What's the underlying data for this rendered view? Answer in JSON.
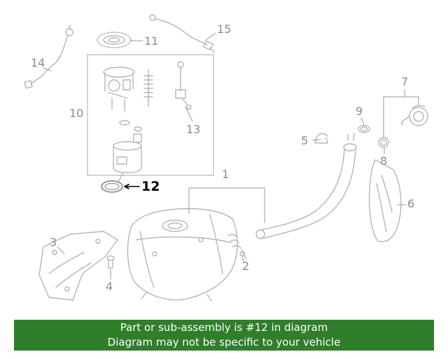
{
  "banner": {
    "line1": "Part or sub-assembly is #12 in diagram",
    "line2": "Diagram may not be specific to your vehicle",
    "bg_color": "#2f7e2a",
    "text_color": "#ffffff"
  },
  "diagram": {
    "callouts": [
      {
        "label": "1"
      },
      {
        "label": "2"
      },
      {
        "label": "3"
      },
      {
        "label": "4"
      },
      {
        "label": "5"
      },
      {
        "label": "6"
      },
      {
        "label": "7"
      },
      {
        "label": "8"
      },
      {
        "label": "9"
      },
      {
        "label": "10"
      },
      {
        "label": "11"
      },
      {
        "label": "13"
      },
      {
        "label": "14"
      },
      {
        "label": "15"
      }
    ],
    "highlight": {
      "arrow": "←",
      "label": "12"
    },
    "artwork_line_color": "#b5b5b5",
    "callout_color": "#8b8b8b",
    "highlight_color": "#000000"
  }
}
